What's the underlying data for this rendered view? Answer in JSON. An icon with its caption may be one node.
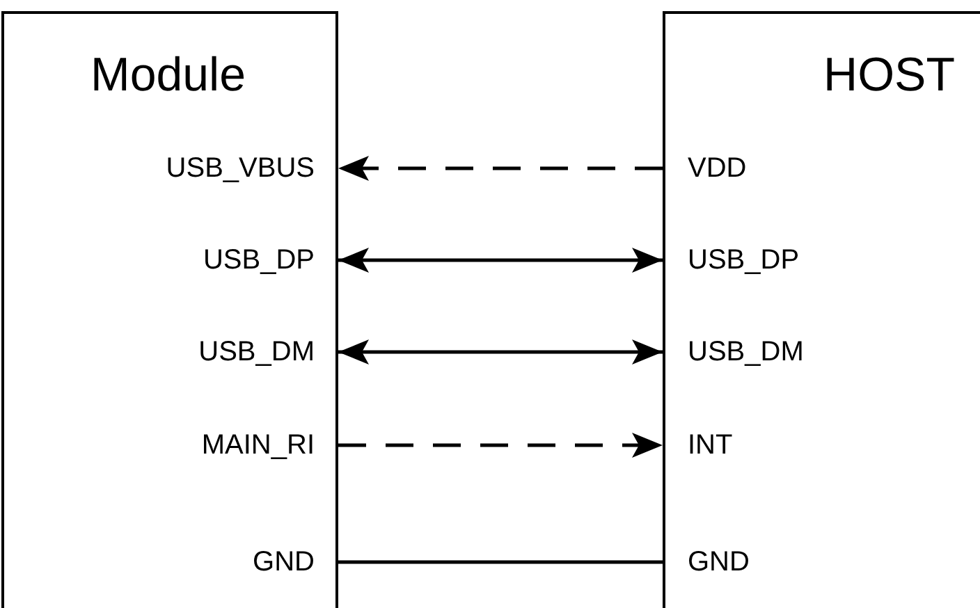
{
  "diagram": {
    "nodes": [
      {
        "text": [
          "Module"
        ]
      },
      {
        "text": [
          "USB_VBUS"
        ],
        "in": 0
      },
      {
        "text": [
          "USB_DP"
        ],
        "in": 0
      },
      {
        "text": [
          "USB_DM"
        ],
        "in": 0
      },
      {
        "text": [
          "MAIN_RI"
        ],
        "in": 0
      },
      {
        "text": [
          "GND"
        ],
        "in": 0
      },
      {
        "text": [
          "HOST"
        ]
      },
      {
        "text": [
          "VDD"
        ],
        "in": 6
      },
      {
        "text": [
          "USB_DP"
        ],
        "in": 6
      },
      {
        "text": [
          "USB_DM"
        ],
        "in": 6
      },
      {
        "text": [
          "INT"
        ],
        "in": 6
      },
      {
        "text": [
          "GND"
        ],
        "in": 6
      }
    ],
    "edges": [
      {
        "from": 7,
        "to": 1,
        "arrow": "to",
        "style": "dashed"
      },
      {
        "from": 2,
        "to": 8,
        "arrow": "both"
      },
      {
        "from": 3,
        "to": 9,
        "arrow": "both"
      },
      {
        "from": 4,
        "to": 10,
        "arrow": "to",
        "style": "dashed"
      },
      {
        "from": 5,
        "to": 11,
        "arrow": "none"
      }
    ]
  }
}
